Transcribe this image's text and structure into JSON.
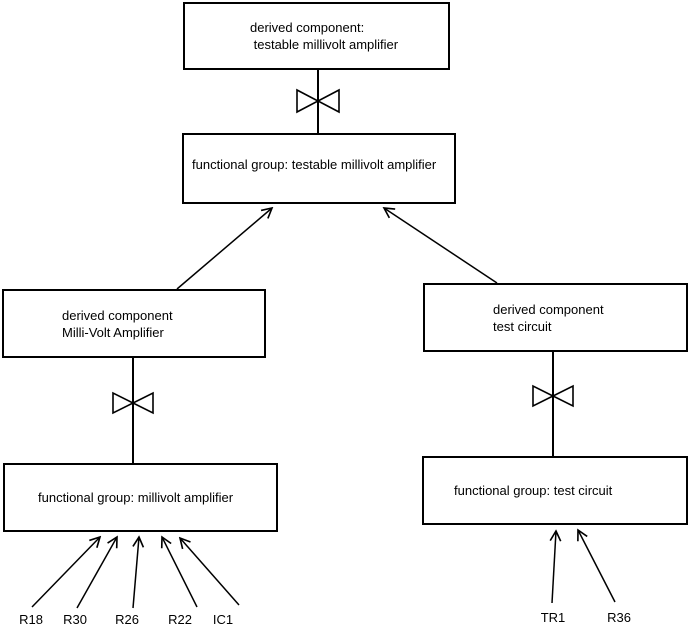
{
  "diagram": {
    "title_hint": "component derivation tree",
    "colors": {
      "background": "#ffffff",
      "line": "#000000"
    },
    "boxes": {
      "top_derived": {
        "line1": "derived component:",
        "line2": " testable millivolt amplifier"
      },
      "top_functional": {
        "label": "functional group: testable millivolt amplifier"
      },
      "left_derived": {
        "line1": "derived component",
        "line2": "Milli-Volt Amplifier"
      },
      "left_functional": {
        "label": "functional group: millivolt amplifier"
      },
      "right_derived": {
        "line1": "derived component",
        "line2": "test circuit"
      },
      "right_functional": {
        "label": "functional group: test circuit"
      }
    },
    "left_components": [
      "R18",
      "R30",
      "R26",
      "R22",
      "IC1"
    ],
    "right_components": [
      "TR1",
      "R36"
    ],
    "connector_icon": "bowtie"
  }
}
